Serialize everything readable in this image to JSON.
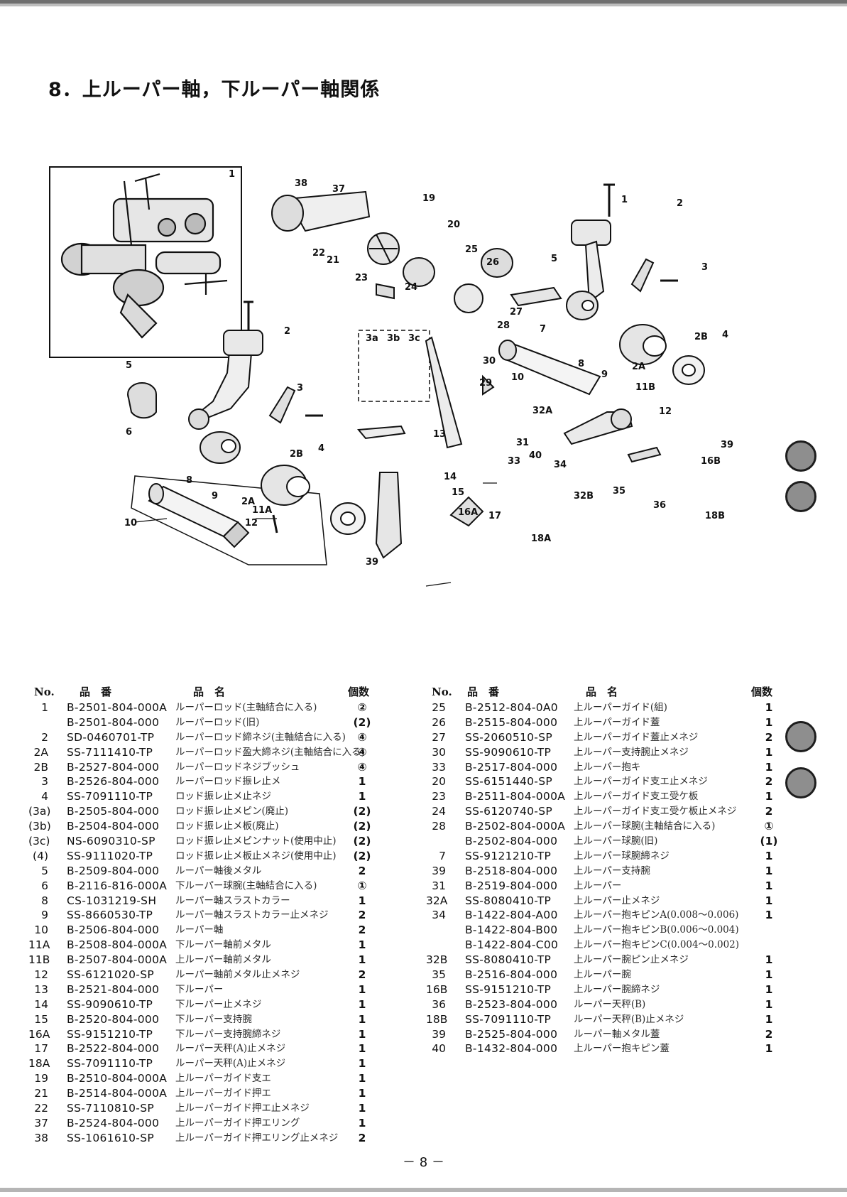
{
  "page": {
    "title": "8．上ルーパー軸，下ルーパー軸関係",
    "page_number": "－ 8 －"
  },
  "diagram": {
    "callouts": [
      "1",
      "2",
      "3",
      "4",
      "5",
      "6",
      "8",
      "9",
      "2A",
      "2B",
      "11A",
      "12",
      "10",
      "39",
      "3a",
      "3b",
      "3c",
      "13",
      "14",
      "15",
      "16A",
      "17",
      "18A",
      "19",
      "20",
      "21",
      "22",
      "23",
      "24",
      "25",
      "26",
      "27",
      "28",
      "7",
      "30",
      "29",
      "10",
      "32A",
      "31",
      "40",
      "33",
      "34",
      "32B",
      "35",
      "36",
      "18B",
      "16B",
      "11B",
      "12",
      "1",
      "2",
      "3",
      "4",
      "5",
      "2B",
      "8",
      "9",
      "2A",
      "38",
      "37"
    ]
  },
  "table_headers": {
    "no": "No.",
    "code": "品　番",
    "name": "品　名",
    "qty": "個数"
  },
  "left_parts": [
    {
      "no": "1",
      "code": "B-2501-804-000A",
      "name": "ルーパーロッド(主軸結合に入る)",
      "qty": "②"
    },
    {
      "no": "",
      "code": "B-2501-804-000",
      "name": "ルーパーロッド(旧)",
      "qty": "(2)"
    },
    {
      "no": "2",
      "code": "SD-0460701-TP",
      "name": "ルーパーロッド締ネジ(主軸結合に入る)",
      "qty": "④"
    },
    {
      "no": "2A",
      "code": "SS-7111410-TP",
      "name": "ルーパーロッド盈大締ネジ(主軸結合に入る)",
      "qty": "④"
    },
    {
      "no": "2B",
      "code": "B-2527-804-000",
      "name": "ルーパーロッドネジブッシュ",
      "qty": "④"
    },
    {
      "no": "3",
      "code": "B-2526-804-000",
      "name": "ルーパーロッド振レ止メ",
      "qty": "1"
    },
    {
      "no": "4",
      "code": "SS-7091110-TP",
      "name": "ロッド振レ止メ止ネジ",
      "qty": "1"
    },
    {
      "no": "(3a)",
      "code": "B-2505-804-000",
      "name": "ロッド振レ止メピン(廃止)",
      "qty": "(2)"
    },
    {
      "no": "(3b)",
      "code": "B-2504-804-000",
      "name": "ロッド振レ止メ板(廃止)",
      "qty": "(2)"
    },
    {
      "no": "(3c)",
      "code": "NS-6090310-SP",
      "name": "ロッド振レ止メピンナット(使用中止)",
      "qty": "(2)"
    },
    {
      "no": "(4)",
      "code": "SS-9111020-TP",
      "name": "ロッド振レ止メ板止メネジ(使用中止)",
      "qty": "(2)"
    },
    {
      "no": "5",
      "code": "B-2509-804-000",
      "name": "ルーパー軸後メタル",
      "qty": "2"
    },
    {
      "no": "6",
      "code": "B-2116-816-000A",
      "name": "下ルーパー球腕(主軸結合に入る)",
      "qty": "①"
    },
    {
      "no": "8",
      "code": "CS-1031219-SH",
      "name": "ルーパー軸スラストカラー",
      "qty": "1"
    },
    {
      "no": "9",
      "code": "SS-8660530-TP",
      "name": "ルーパー軸スラストカラー止メネジ",
      "qty": "2"
    },
    {
      "no": "10",
      "code": "B-2506-804-000",
      "name": "ルーパー軸",
      "qty": "2"
    },
    {
      "no": "11A",
      "code": "B-2508-804-000A",
      "name": "下ルーパー軸前メタル",
      "qty": "1"
    },
    {
      "no": "11B",
      "code": "B-2507-804-000A",
      "name": "上ルーパー軸前メタル",
      "qty": "1"
    },
    {
      "no": "12",
      "code": "SS-6121020-SP",
      "name": "ルーパー軸前メタル止メネジ",
      "qty": "2"
    },
    {
      "no": "13",
      "code": "B-2521-804-000",
      "name": "下ルーパー",
      "qty": "1"
    },
    {
      "no": "14",
      "code": "SS-9090610-TP",
      "name": "下ルーパー止メネジ",
      "qty": "1"
    },
    {
      "no": "15",
      "code": "B-2520-804-000",
      "name": "下ルーパー支持腕",
      "qty": "1"
    },
    {
      "no": "16A",
      "code": "SS-9151210-TP",
      "name": "下ルーパー支持腕締ネジ",
      "qty": "1"
    },
    {
      "no": "17",
      "code": "B-2522-804-000",
      "name": "ルーパー天秤(A)止メネジ",
      "qty": "1"
    },
    {
      "no": "18A",
      "code": "SS-7091110-TP",
      "name": "ルーパー天秤(A)止メネジ",
      "qty": "1"
    },
    {
      "no": "19",
      "code": "B-2510-804-000A",
      "name": "上ルーパーガイド支エ",
      "qty": "1"
    },
    {
      "no": "21",
      "code": "B-2514-804-000A",
      "name": "上ルーパーガイド押エ",
      "qty": "1"
    },
    {
      "no": "22",
      "code": "SS-7110810-SP",
      "name": "上ルーパーガイド押エ止メネジ",
      "qty": "1"
    },
    {
      "no": "37",
      "code": "B-2524-804-000",
      "name": "上ルーパーガイド押エリング",
      "qty": "1"
    },
    {
      "no": "38",
      "code": "SS-1061610-SP",
      "name": "上ルーパーガイド押エリング止メネジ",
      "qty": "2"
    }
  ],
  "right_parts": [
    {
      "no": "25",
      "code": "B-2512-804-0A0",
      "name": "上ルーパーガイド(組)",
      "qty": "1"
    },
    {
      "no": "26",
      "code": "B-2515-804-000",
      "name": "上ルーパーガイド蓋",
      "qty": "1"
    },
    {
      "no": "27",
      "code": "SS-2060510-SP",
      "name": "上ルーパーガイド蓋止メネジ",
      "qty": "2"
    },
    {
      "no": "30",
      "code": "SS-9090610-TP",
      "name": "上ルーパー支持腕止メネジ",
      "qty": "1"
    },
    {
      "no": "33",
      "code": "B-2517-804-000",
      "name": "上ルーパー抱キ",
      "qty": "1"
    },
    {
      "no": "20",
      "code": "SS-6151440-SP",
      "name": "上ルーパーガイド支エ止メネジ",
      "qty": "2"
    },
    {
      "no": "23",
      "code": "B-2511-804-000A",
      "name": "上ルーパーガイド支エ受ケ板",
      "qty": "1"
    },
    {
      "no": "24",
      "code": "SS-6120740-SP",
      "name": "上ルーパーガイド支エ受ケ板止メネジ",
      "qty": "2"
    },
    {
      "no": "28",
      "code": "B-2502-804-000A",
      "name": "上ルーパー球腕(主軸結合に入る)",
      "qty": "①"
    },
    {
      "no": "",
      "code": "B-2502-804-000",
      "name": "上ルーパー球腕(旧)",
      "qty": "(1)"
    },
    {
      "no": "7",
      "code": "SS-9121210-TP",
      "name": "上ルーパー球腕締ネジ",
      "qty": "1"
    },
    {
      "no": "39",
      "code": "B-2518-804-000",
      "name": "上ルーパー支持腕",
      "qty": "1"
    },
    {
      "no": "31",
      "code": "B-2519-804-000",
      "name": "上ルーパー",
      "qty": "1"
    },
    {
      "no": "32A",
      "code": "SS-8080410-TP",
      "name": "上ルーパー止メネジ",
      "qty": "1"
    },
    {
      "no": "34",
      "code": "B-1422-804-A00",
      "name": "上ルーパー抱キピンA(0.008～0.006)",
      "qty": "1"
    },
    {
      "no": "",
      "code": "B-1422-804-B00",
      "name": "上ルーパー抱キピンB(0.006～0.004)",
      "qty": ""
    },
    {
      "no": "",
      "code": "B-1422-804-C00",
      "name": "上ルーパー抱キピンC(0.004～0.002)",
      "qty": ""
    },
    {
      "no": "32B",
      "code": "SS-8080410-TP",
      "name": "上ルーパー腕ピン止メネジ",
      "qty": "1"
    },
    {
      "no": "35",
      "code": "B-2516-804-000",
      "name": "上ルーパー腕",
      "qty": "1"
    },
    {
      "no": "16B",
      "code": "SS-9151210-TP",
      "name": "上ルーパー腕締ネジ",
      "qty": "1"
    },
    {
      "no": "36",
      "code": "B-2523-804-000",
      "name": "ルーパー天秤(B)",
      "qty": "1"
    },
    {
      "no": "18B",
      "code": "SS-7091110-TP",
      "name": "ルーパー天秤(B)止メネジ",
      "qty": "1"
    },
    {
      "no": "39",
      "code": "B-2525-804-000",
      "name": "ルーパー軸メタル蓋",
      "qty": "2"
    },
    {
      "no": "40",
      "code": "B-1432-804-000",
      "name": "上ルーパー抱キピン蓋",
      "qty": "1"
    }
  ]
}
